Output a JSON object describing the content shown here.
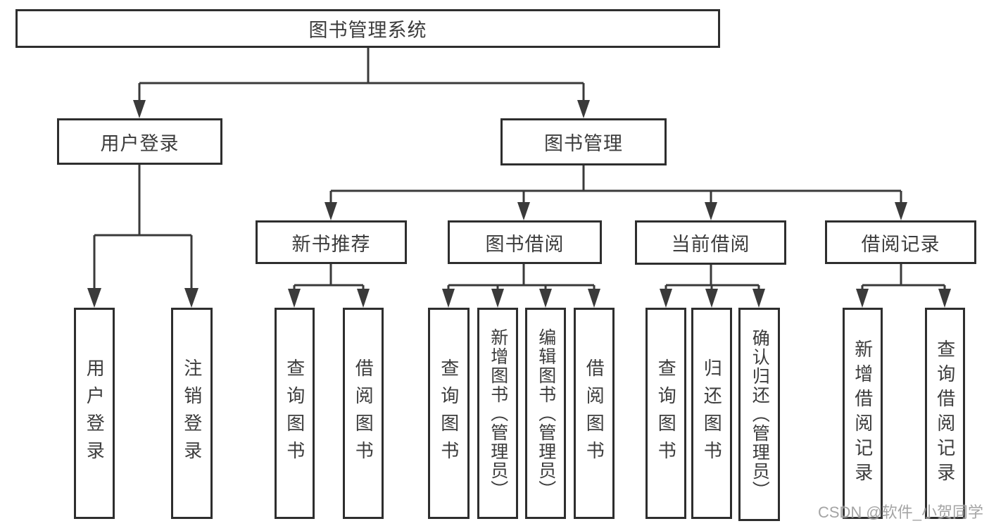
{
  "diagram": {
    "root": "图书管理系统",
    "branches": [
      {
        "label": "用户登录",
        "children": [
          "用户登录",
          "注销登录"
        ]
      },
      {
        "label": "图书管理",
        "children": [
          {
            "label": "新书推荐",
            "children": [
              "查询图书",
              "借阅图书"
            ]
          },
          {
            "label": "图书借阅",
            "children": [
              "查询图书",
              "新增图书（管理员）",
              "编辑图书（管理员）",
              "借阅图书"
            ]
          },
          {
            "label": "当前借阅",
            "children": [
              "查询图书",
              "归还图书",
              "确认归还（管理员）"
            ]
          },
          {
            "label": "借阅记录",
            "children": [
              "新增借阅记录",
              "查询借阅记录"
            ]
          }
        ]
      }
    ]
  },
  "watermark": {
    "text": "CSDN @软件_小贺同学"
  },
  "colors": {
    "line": "#3a3a3a",
    "box_border": "#2e2e2e",
    "box_background": "#ffffff",
    "text": "#3c3c3c",
    "watermark": "#9b9b9b",
    "page_background": "#ffffff"
  }
}
